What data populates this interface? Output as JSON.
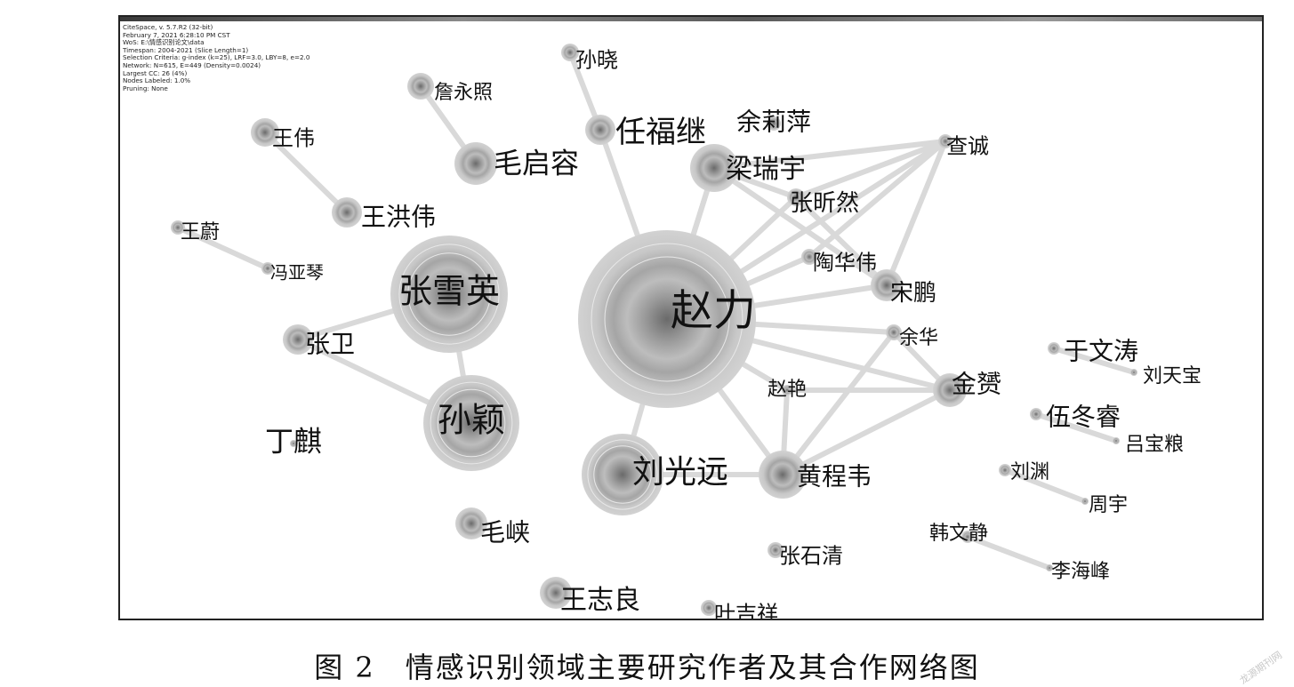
{
  "meta_lines": [
    "CiteSpace, v. 5.7.R2 (32-bit)",
    "February 7, 2021 6:28:10 PM CST",
    "WoS: E:\\情感识别论文\\data",
    "Timespan: 2004-2021 (Slice Length=1)",
    "Selection Criteria: g-index (k=25), LRF=3.0, LBY=8, e=2.0",
    "Network: N=615, E=449 (Density=0.0024)",
    "Largest CC: 26 (4%)",
    "Nodes Labeled: 1.0%",
    "Pruning: None"
  ],
  "caption": "图 2　情感识别领域主要研究作者及其合作网络图",
  "watermark": "龙源期刊网",
  "colors": {
    "node_dark": "#6e6e6e",
    "node_light": "#dadada",
    "edge": "#d9d9d9",
    "frame": "#222222"
  },
  "nodes": [
    {
      "id": "zhaoli",
      "label": "赵力",
      "size": 100,
      "font": 48
    },
    {
      "id": "zhangxueying",
      "label": "张雪英",
      "size": 66,
      "font": 38
    },
    {
      "id": "sunying",
      "label": "孙颖",
      "size": 54,
      "font": 38
    },
    {
      "id": "liuguangyuan",
      "label": "刘光远",
      "size": 46,
      "font": 36
    },
    {
      "id": "huangchengwei",
      "label": "黄程韦",
      "size": 27,
      "font": 28
    },
    {
      "id": "liangruiyu",
      "label": "梁瑞宇",
      "size": 27,
      "font": 30
    },
    {
      "id": "maoqirong",
      "label": "毛启容",
      "size": 24,
      "font": 32
    },
    {
      "id": "renfuji",
      "label": "任福继",
      "size": 17,
      "font": 34
    },
    {
      "id": "jinzan",
      "label": "金赟",
      "size": 19,
      "font": 28
    },
    {
      "id": "songpeng",
      "label": "宋鹏",
      "size": 18,
      "font": 26
    },
    {
      "id": "wanghongwei",
      "label": "王洪伟",
      "size": 17,
      "font": 28
    },
    {
      "id": "zhangwei2",
      "label": "张卫",
      "size": 17,
      "font": 28
    },
    {
      "id": "wangzhiliang",
      "label": "王志良",
      "size": 18,
      "font": 30
    },
    {
      "id": "maoxia",
      "label": "毛峡",
      "size": 18,
      "font": 28
    },
    {
      "id": "wangwei",
      "label": "王伟",
      "size": 16,
      "font": 24
    },
    {
      "id": "zhanyongzhao",
      "label": "詹永照",
      "size": 15,
      "font": 22
    },
    {
      "id": "sunxiao",
      "label": "孙晓",
      "size": 10,
      "font": 24
    },
    {
      "id": "yuliping",
      "label": "余莉萍",
      "size": 8,
      "font": 28
    },
    {
      "id": "zhacheng",
      "label": "查诚",
      "size": 8,
      "font": 24
    },
    {
      "id": "zhangxinran",
      "label": "张昕然",
      "size": 10,
      "font": 26
    },
    {
      "id": "taohuawei",
      "label": "陶华伟",
      "size": 9,
      "font": 24
    },
    {
      "id": "yuhua",
      "label": "余华",
      "size": 9,
      "font": 22
    },
    {
      "id": "zhaoyan",
      "label": "赵艳",
      "size": 6,
      "font": 22
    },
    {
      "id": "wangwei2",
      "label": "王蔚",
      "size": 8,
      "font": 22
    },
    {
      "id": "fengyaqin",
      "label": "冯亚琴",
      "size": 7,
      "font": 20
    },
    {
      "id": "dingqi",
      "label": "丁麒",
      "size": 4,
      "font": 32
    },
    {
      "id": "zhangshiqing",
      "label": "张石清",
      "size": 9,
      "font": 24
    },
    {
      "id": "yejixiang",
      "label": "叶吉祥",
      "size": 9,
      "font": 24
    },
    {
      "id": "yuwentao",
      "label": "于文涛",
      "size": 7,
      "font": 28
    },
    {
      "id": "liutianbao",
      "label": "刘天宝",
      "size": 4,
      "font": 22
    },
    {
      "id": "wudongrui",
      "label": "伍冬睿",
      "size": 7,
      "font": 28
    },
    {
      "id": "lvbaoliang",
      "label": "吕宝粮",
      "size": 4,
      "font": 22
    },
    {
      "id": "liuyuan",
      "label": "刘渊",
      "size": 7,
      "font": 22
    },
    {
      "id": "zhouyu",
      "label": "周宇",
      "size": 4,
      "font": 22
    },
    {
      "id": "hanwenjing",
      "label": "韩文静",
      "size": 7,
      "font": 22
    },
    {
      "id": "lihaifeng",
      "label": "李海峰",
      "size": 4,
      "font": 22
    }
  ],
  "edges": [
    [
      "sunxiao",
      "renfuji"
    ],
    [
      "zhanyongzhao",
      "maoqirong"
    ],
    [
      "wangwei",
      "wanghongwei"
    ],
    [
      "wangwei2",
      "fengyaqin"
    ],
    [
      "zhangxueying",
      "zhangwei2"
    ],
    [
      "zhangxueying",
      "sunying"
    ],
    [
      "zhangwei2",
      "sunying"
    ],
    [
      "zhaoli",
      "liuguangyuan"
    ],
    [
      "zhaoli",
      "huangchengwei"
    ],
    [
      "zhaoli",
      "liangruiyu"
    ],
    [
      "zhaoli",
      "zhangxinran"
    ],
    [
      "zhaoli",
      "taohuawei"
    ],
    [
      "zhaoli",
      "songpeng"
    ],
    [
      "zhaoli",
      "zhacheng"
    ],
    [
      "zhaoli",
      "yuhua"
    ],
    [
      "zhaoli",
      "jinzan"
    ],
    [
      "zhaoli",
      "zhaoyan"
    ],
    [
      "liangruiyu",
      "zhacheng"
    ],
    [
      "liangruiyu",
      "zhangxinran"
    ],
    [
      "liangruiyu",
      "songpeng"
    ],
    [
      "zhangxinran",
      "zhacheng"
    ],
    [
      "zhangxinran",
      "songpeng"
    ],
    [
      "taohuawei",
      "zhacheng"
    ],
    [
      "songpeng",
      "zhacheng"
    ],
    [
      "yuhua",
      "huangchengwei"
    ],
    [
      "yuhua",
      "jinzan"
    ],
    [
      "huangchengwei",
      "jinzan"
    ],
    [
      "zhaoyan",
      "jinzan"
    ],
    [
      "huangchengwei",
      "zhaoyan"
    ],
    [
      "liuguangyuan",
      "huangchengwei"
    ],
    [
      "yuwentao",
      "liutianbao"
    ],
    [
      "wudongrui",
      "lvbaoliang"
    ],
    [
      "liuyuan",
      "zhouyu"
    ],
    [
      "hanwenjing",
      "lihaifeng"
    ],
    [
      "zhaoli",
      "renfuji"
    ],
    [
      "liangruiyu",
      "zhaoli"
    ]
  ]
}
